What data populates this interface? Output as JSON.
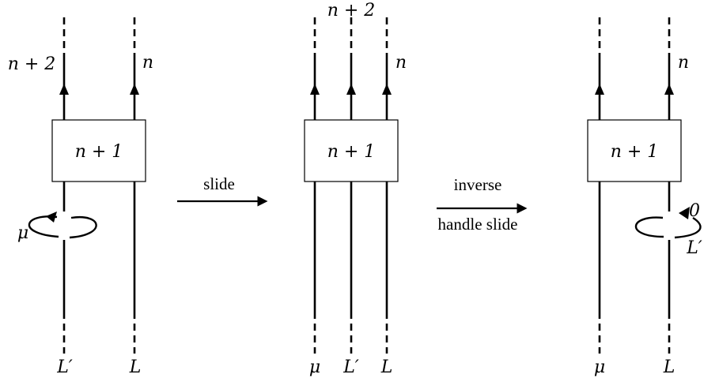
{
  "panels": [
    {
      "box_label": "n + 1",
      "top_labels": [
        "n + 2",
        "n"
      ],
      "bottom_labels": [
        "L′",
        "L"
      ],
      "loop_label": "μ"
    },
    {
      "box_label": "n + 1",
      "top_labels": [
        "n + 2",
        "n"
      ],
      "bottom_labels": [
        "μ",
        "L′",
        "L"
      ]
    },
    {
      "box_label": "n + 1",
      "top_labels": [
        "n"
      ],
      "bottom_labels": [
        "μ",
        "L"
      ],
      "loop_framing": "0",
      "loop_label": "L′"
    }
  ],
  "transitions": [
    {
      "label_lines": [
        "slide"
      ]
    },
    {
      "label_lines": [
        "inverse",
        "handle slide"
      ]
    }
  ]
}
